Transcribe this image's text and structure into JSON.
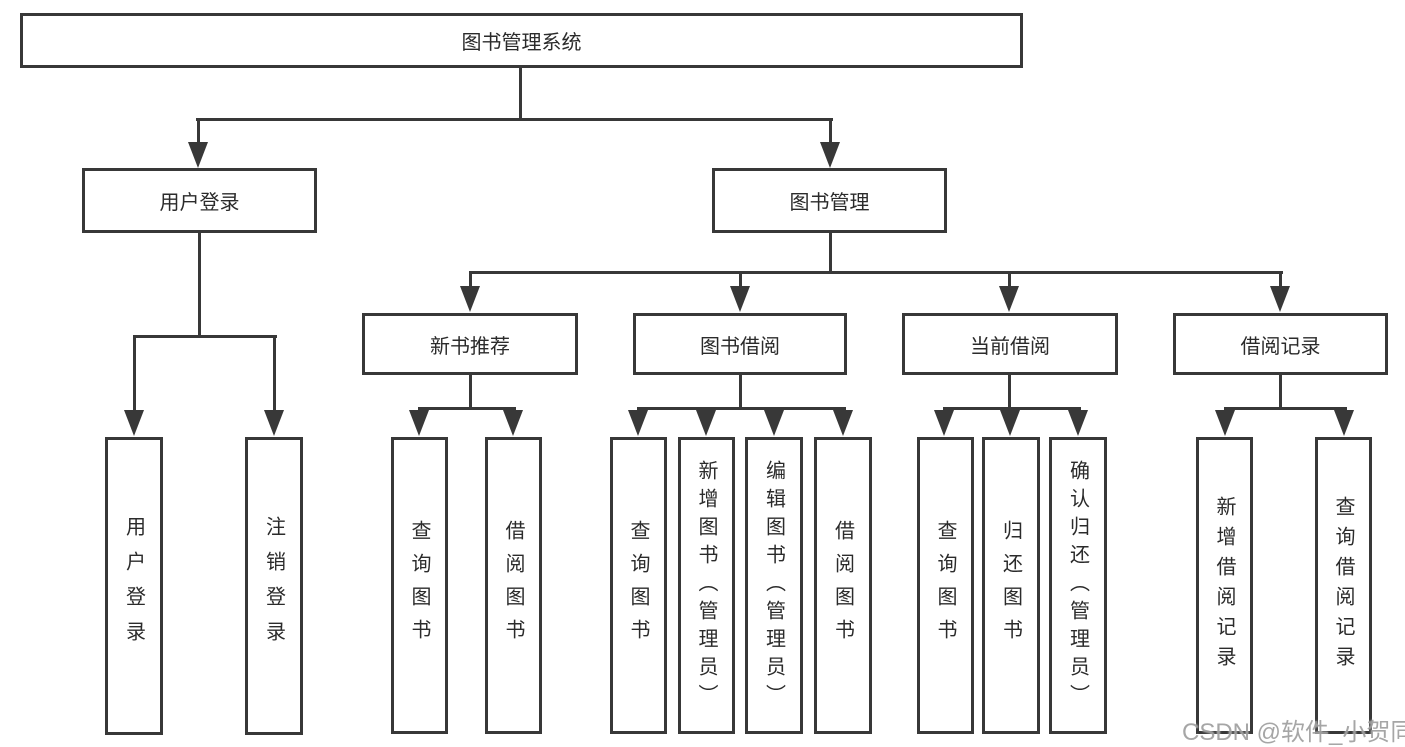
{
  "diagram": {
    "root": {
      "label": "图书管理系统"
    },
    "level2": [
      {
        "id": "user-login-group",
        "label": "用户登录"
      },
      {
        "id": "book-management",
        "label": "图书管理"
      }
    ],
    "level3": [
      {
        "id": "new-book-recommend",
        "label": "新书推荐"
      },
      {
        "id": "book-borrow",
        "label": "图书借阅"
      },
      {
        "id": "current-borrow",
        "label": "当前借阅"
      },
      {
        "id": "borrow-record",
        "label": "借阅记录"
      }
    ],
    "leaves": {
      "user_login_children": [
        {
          "label": "用户登录"
        },
        {
          "label": "注销登录"
        }
      ],
      "new_book_children": [
        {
          "label": "查询图书"
        },
        {
          "label": "借阅图书"
        }
      ],
      "book_borrow_children": [
        {
          "label": "查询图书"
        },
        {
          "label": "新增图书（管理员）"
        },
        {
          "label": "编辑图书（管理员）"
        },
        {
          "label": "借阅图书"
        }
      ],
      "current_borrow_children": [
        {
          "label": "查询图书"
        },
        {
          "label": "归还图书"
        },
        {
          "label": "确认归还（管理员）"
        }
      ],
      "borrow_record_children": [
        {
          "label": "新增借阅记录"
        },
        {
          "label": "查询借阅记录"
        }
      ]
    }
  },
  "watermark": "CSDN @软件_小贺同学",
  "colors": {
    "line": "#383838",
    "text": "#2b2b2b",
    "watermark": "#969696",
    "background": "#ffffff"
  }
}
